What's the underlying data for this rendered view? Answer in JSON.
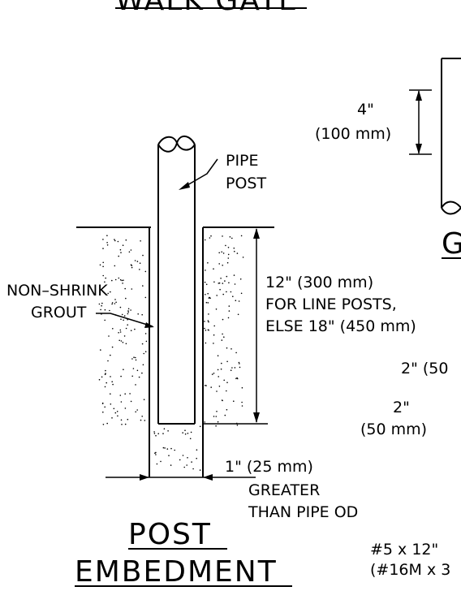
{
  "top_title_partial": "WALK GATE",
  "labels": {
    "pipe_post_1": "PIPE",
    "pipe_post_2": "POST",
    "grout_1": "NON–SHRINK",
    "grout_2": "GROUT",
    "embed_1": "12\" (300 mm)",
    "embed_2": "FOR LINE POSTS,",
    "embed_3": "ELSE 18\" (450 mm)",
    "clear_1": "1\" (25 mm)",
    "clear_2": "GREATER",
    "clear_3": "THAN PIPE OD",
    "dim4_1": "4\"",
    "dim4_2": "(100 mm)",
    "dim2a": "2\" (50",
    "dim2b_1": "2\"",
    "dim2b_2": "(50 mm)",
    "rebar_1": "#5 x 12\"",
    "rebar_2": "(#16M x 3",
    "gate_partial": "G"
  },
  "titles": {
    "post": "POST",
    "embedment": "EMBEDMENT"
  }
}
